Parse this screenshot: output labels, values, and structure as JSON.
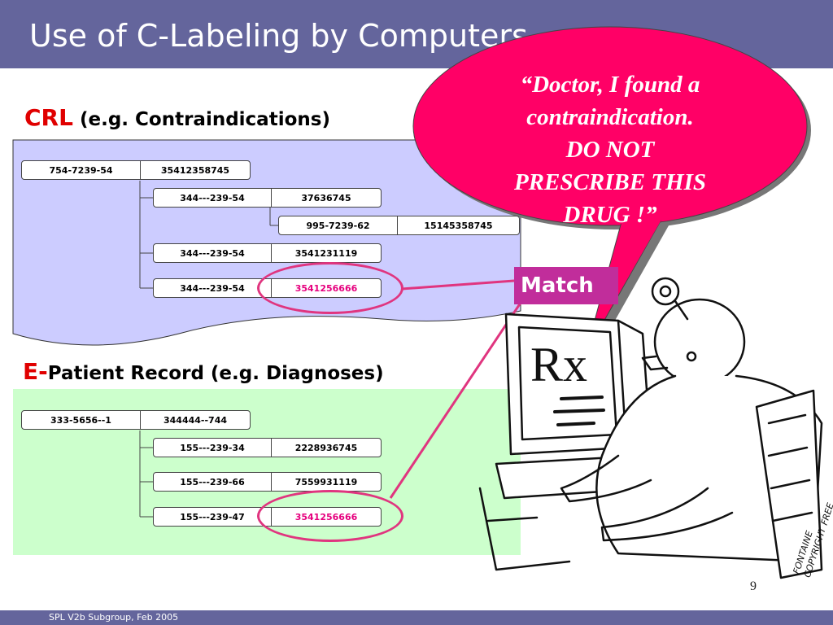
{
  "slide": {
    "title": "Use of C-Labeling by Computers",
    "footer": "SPL V2b Subgroup, Feb 2005",
    "page_number": "9"
  },
  "crl": {
    "heading_prefix": "CRL",
    "heading_rest": "(e.g. Contraindications)",
    "rows": [
      {
        "code": "754-7239-54",
        "value": "35412358745"
      },
      {
        "code": "344---239-54",
        "value": "37636745"
      },
      {
        "code": "995-7239-62",
        "value": "15145358745"
      },
      {
        "code": "344---239-54",
        "value": "3541231119"
      },
      {
        "code": "344---239-54",
        "value": "3541256666",
        "highlight": true
      }
    ]
  },
  "patient": {
    "heading_prefix": "E-",
    "heading_rest": "Patient Record (e.g. Diagnoses)",
    "rows": [
      {
        "code": "333-5656--1",
        "value": "344444--744"
      },
      {
        "code": "155---239-34",
        "value": "2228936745"
      },
      {
        "code": "155---239-66",
        "value": "7559931119"
      },
      {
        "code": "155---239-47",
        "value": "3541256666",
        "highlight": true
      }
    ]
  },
  "match_label": "Match",
  "bubble": {
    "lines": [
      "“Doctor, I found a",
      "contraindication.",
      "DO NOT",
      "PRESCRIBE THIS",
      "DRUG !”"
    ]
  },
  "cartoon": {
    "rx": "Rx",
    "credit_line1": "FONTAINE",
    "credit_line2": "COPYRIGHT FREE"
  },
  "colors": {
    "header_bar": "#64659c",
    "crl_panel": "#ccccff",
    "patient_panel": "#ccffcc",
    "bubble": "#ff0066",
    "match_box": "#c12d9b",
    "highlight_ring": "#e0357f"
  }
}
